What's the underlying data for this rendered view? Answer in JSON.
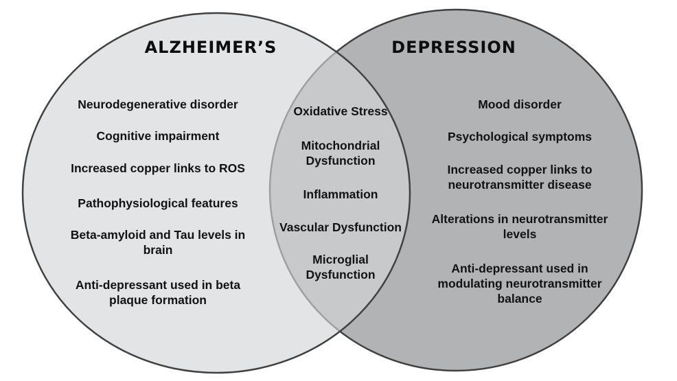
{
  "venn": {
    "left_circle": {
      "title": "ALZHEIMER’S",
      "items": [
        {
          "lines": [
            "Neurodegenerative disorder"
          ]
        },
        {
          "lines": [
            "Cognitive impairment"
          ]
        },
        {
          "lines": [
            "Increased copper links to ROS"
          ]
        },
        {
          "lines": [
            "Pathophysiological features"
          ]
        },
        {
          "lines": [
            "Beta-amyloid and Tau levels in",
            "brain"
          ]
        },
        {
          "lines": [
            "Anti-depressant used in beta",
            "plaque formation"
          ]
        }
      ]
    },
    "overlap": {
      "items": [
        {
          "lines": [
            "Oxidative Stress"
          ]
        },
        {
          "lines": [
            "Mitochondrial",
            "Dysfunction"
          ]
        },
        {
          "lines": [
            "Inflammation"
          ]
        },
        {
          "lines": [
            "Vascular Dysfunction"
          ]
        },
        {
          "lines": [
            "Microglial",
            "Dysfunction"
          ]
        }
      ]
    },
    "right_circle": {
      "title": "DEPRESSION",
      "items": [
        {
          "lines": [
            "Mood disorder"
          ]
        },
        {
          "lines": [
            "Psychological symptoms"
          ]
        },
        {
          "lines": [
            "Increased copper links to",
            "neurotransmitter disease"
          ]
        },
        {
          "lines": [
            "Alterations in neurotransmitter",
            "levels"
          ]
        },
        {
          "lines": [
            "Anti-depressant used in",
            "modulating neurotransmitter",
            "balance"
          ]
        }
      ]
    },
    "colors": {
      "background": "#ffffff",
      "left_fill": "#d3d5d8",
      "left_fill_apparent": "#e3e5e9",
      "right_fill": "#b2b3b5",
      "overlap_fill_apparent": "#c7c9cd",
      "outline": "#414141",
      "text": "#121212"
    }
  }
}
